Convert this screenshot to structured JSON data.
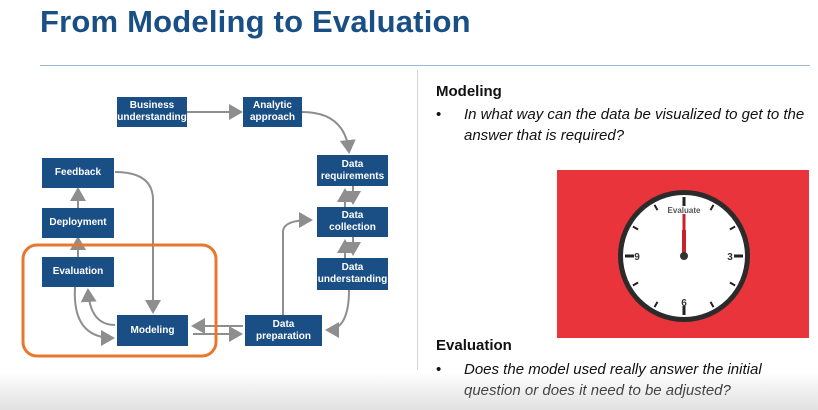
{
  "slide": {
    "title": "From Modeling to Evaluation"
  },
  "diagram": {
    "boxes": {
      "business": "Business understanding",
      "analytic": "Analytic approach",
      "requirements": "Data requirements",
      "collection": "Data collection",
      "understanding": "Data understanding",
      "preparation": "Data preparation",
      "modeling": "Modeling",
      "evaluation": "Evaluation",
      "deployment": "Deployment",
      "feedback": "Feedback"
    },
    "highlight_color": "#e8772e",
    "box_color": "#1a4f86"
  },
  "modeling_section": {
    "heading": "Modeling",
    "bullet": "In what way can the data be visualized to get to the answer that is required?"
  },
  "clock": {
    "label": "Evaluate",
    "n6": "6",
    "n9": "9",
    "n3": "3",
    "panel_color": "#e8343a",
    "icon": "clock-icon"
  },
  "evaluation_section": {
    "heading": "Evaluation",
    "bullet": "Does the model used really answer the initial question or does it need to be adjusted?"
  }
}
